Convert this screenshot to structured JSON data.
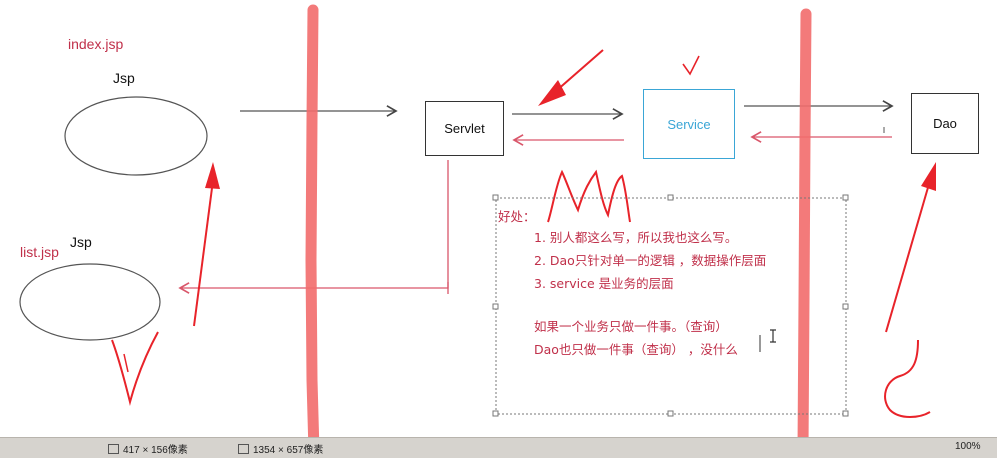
{
  "labels": {
    "index_file": "index.jsp",
    "top_jsp": "Jsp",
    "list_file": "list.jsp",
    "bottom_jsp": "Jsp"
  },
  "boxes": {
    "servlet": "Servlet",
    "service": "Service",
    "dao": "Dao"
  },
  "note": {
    "heading": "好处：",
    "items": [
      "1.   别人都这么写，所以我也这么写。",
      "2.   Dao只针对单一的逻辑 ，数据操作层面",
      "3.   service  是业务的层面"
    ],
    "remarks": [
      "如果一个业务只做一件事。（查询）",
      "Dao也只做一件事（查询）  ，没什么"
    ]
  },
  "statusbar": {
    "seg1": "417 × 156像素",
    "seg2": "1354 × 657像素",
    "zoom": "100%"
  },
  "colors": {
    "annotation_red": "#e8232a",
    "highlight_red": "#f26b6b",
    "text_red": "#c0304a",
    "service_blue": "#3aa6d6"
  }
}
